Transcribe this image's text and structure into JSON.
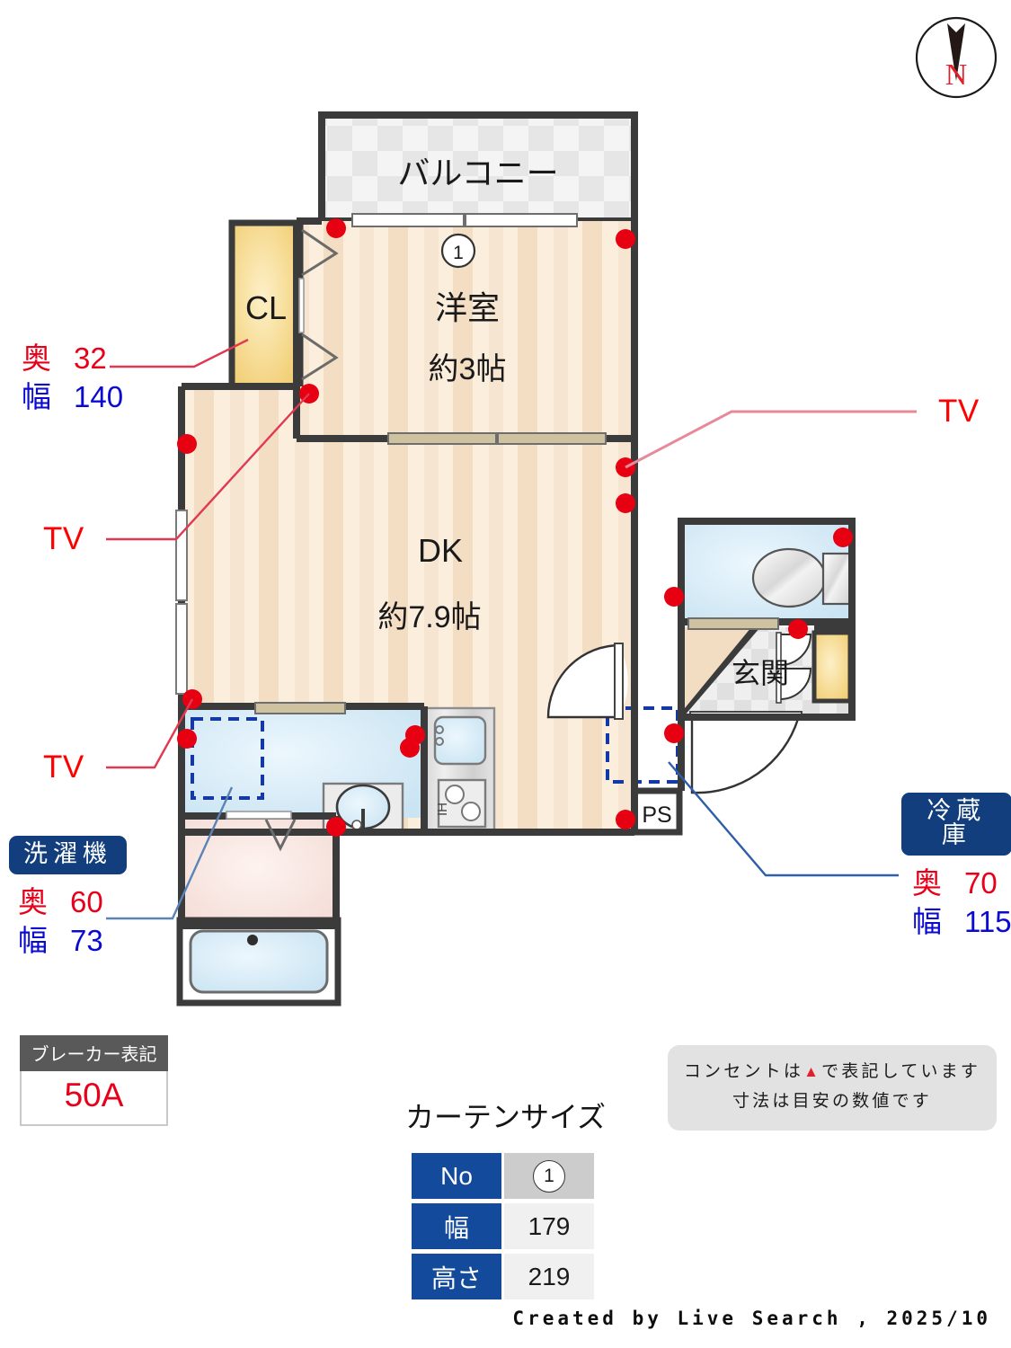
{
  "compass": {
    "label": "N"
  },
  "rooms": {
    "balcony": "バルコニー",
    "closet": "CL",
    "washitsu": "洋室",
    "washitsu_size": "約3帖",
    "dk": "DK",
    "dk_size": "約7.9帖",
    "genkan": "玄関",
    "ps": "PS",
    "window_no": "1"
  },
  "annotations": {
    "closet_dims": {
      "depth_label": "奥",
      "depth": "32",
      "width_label": "幅",
      "width": "140"
    },
    "tv_right": "TV",
    "tv_left_upper": "TV",
    "tv_left_lower": "TV",
    "washer": {
      "tag": "洗濯機",
      "depth_label": "奥",
      "depth": "60",
      "width_label": "幅",
      "width": "73"
    },
    "fridge": {
      "tag": "冷蔵庫",
      "depth_label": "奥",
      "depth": "70",
      "width_label": "幅",
      "width": "115"
    }
  },
  "breaker": {
    "title": "ブレーカー表記",
    "value": "50A"
  },
  "note": {
    "line1_pre": "コンセントは",
    "line1_mark": "▲",
    "line1_post": "で表記しています",
    "line2": "寸法は目安の数値です"
  },
  "curtain": {
    "title": "カーテンサイズ",
    "rows": [
      {
        "header": "No",
        "value": "1"
      },
      {
        "header": "幅",
        "value": "179"
      },
      {
        "header": "高さ",
        "value": "219"
      }
    ]
  },
  "footer": "Created by Live Search , 2025/10",
  "colors": {
    "wall": "#3b3b3b",
    "floor_light": "#fbeedc",
    "floor_dark": "#f2dcc2",
    "closet_yellow": "#f7d98b",
    "water_blue": "#cfe6f5",
    "bath_pink": "#f7e0dc",
    "outlet_red": "#e60012",
    "tag_blue": "#123e7e",
    "dim_red": "#e8001a",
    "dim_blue": "#0a0ad0"
  }
}
